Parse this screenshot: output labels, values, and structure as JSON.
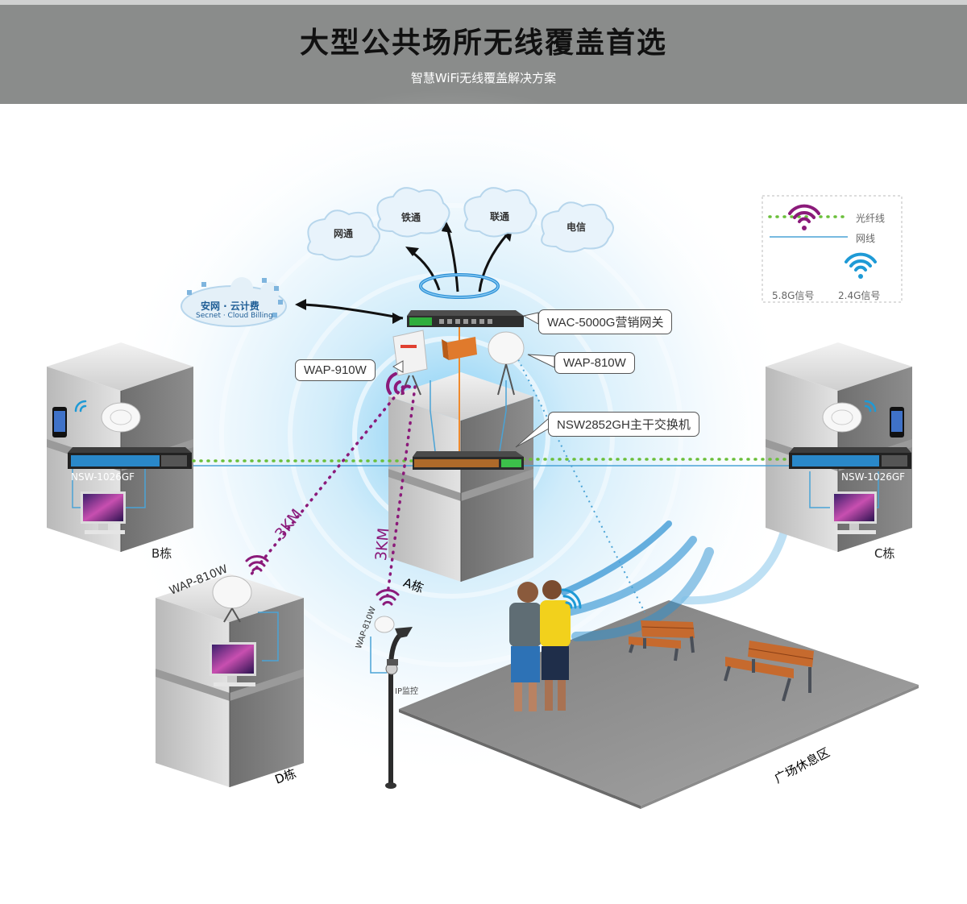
{
  "header": {
    "title": "大型公共场所无线覆盖首选",
    "subtitle": "智慧WiFi无线覆盖解决方案"
  },
  "clouds": {
    "wangtong": "网通",
    "tietong": "铁通",
    "liantong": "联通",
    "dianxin": "电信",
    "secnet_main": "安网 · 云计费",
    "secnet_sub": "Secnet · Cloud Billing"
  },
  "callouts": {
    "wac": "WAC-5000G营销网关",
    "wap910": "WAP-910W",
    "wap810_center": "WAP-810W",
    "nsw_main": "NSW2852GH主干交换机"
  },
  "buildings": {
    "a": "A栋",
    "b": "B栋",
    "c": "C栋",
    "d": "D栋",
    "b_switch": "NSW-1026GF",
    "c_switch": "NSW-1026GF"
  },
  "distance": {
    "left": "3KM",
    "center": "3KM"
  },
  "devices": {
    "d_ap": "WAP-810W",
    "pole_ap": "WAP-810W",
    "camera": "IP监控"
  },
  "plaza": "广场休息区",
  "legend": {
    "fiber": "光纤线",
    "cable": "网线",
    "sig58": "5.8G信号",
    "sig24": "2.4G信号"
  },
  "colors": {
    "banner": "#8a8c8b",
    "fiber_dots": "#6abf3a",
    "cable": "#4aa3d6",
    "purple": "#8b1a7a",
    "wifi_blue": "#1e9ad6",
    "bench": "#c66a2e"
  }
}
